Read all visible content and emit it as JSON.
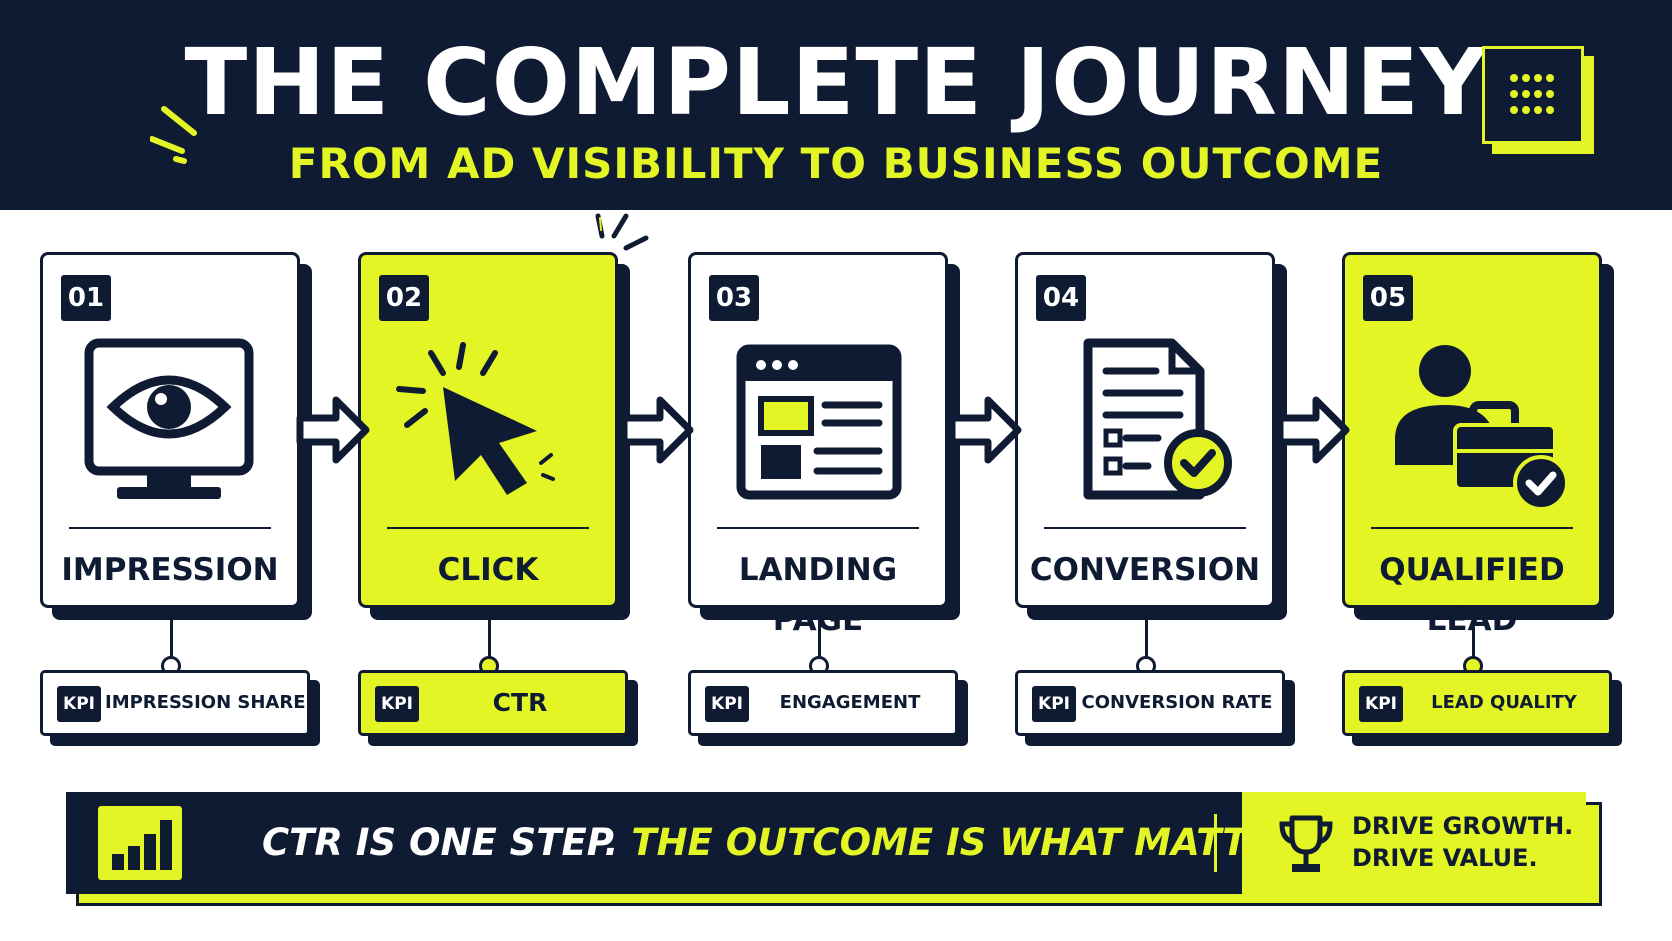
{
  "header": {
    "title": "THE COMPLETE JOURNEY",
    "subtitle": "FROM AD VISIBILITY TO BUSINESS OUTCOME"
  },
  "colors": {
    "navy": "#0f1b33",
    "accent": "#e3f524",
    "white": "#ffffff"
  },
  "steps": [
    {
      "number": "01",
      "label": "IMPRESSION",
      "icon": "eye-monitor-icon",
      "kpi_tag": "KPI",
      "kpi": "IMPRESSION SHARE",
      "highlight": false
    },
    {
      "number": "02",
      "label": "CLICK",
      "icon": "cursor-click-icon",
      "kpi_tag": "KPI",
      "kpi": "CTR",
      "highlight": true
    },
    {
      "number": "03",
      "label": "LANDING PAGE",
      "icon": "web-page-icon",
      "kpi_tag": "KPI",
      "kpi": "ENGAGEMENT",
      "highlight": false
    },
    {
      "number": "04",
      "label": "CONVERSION",
      "icon": "document-check-icon",
      "kpi_tag": "KPI",
      "kpi": "CONVERSION RATE",
      "highlight": false
    },
    {
      "number": "05",
      "label": "QUALIFIED LEAD",
      "icon": "person-briefcase-icon",
      "kpi_tag": "KPI",
      "kpi": "LEAD QUALITY",
      "highlight": true
    }
  ],
  "banner": {
    "message_start": "CTR IS ONE STEP. ",
    "message_accent": "THE OUTCOME IS WHAT MATTERS.",
    "cta_line1": "DRIVE GROWTH.",
    "cta_line2": "DRIVE VALUE."
  }
}
